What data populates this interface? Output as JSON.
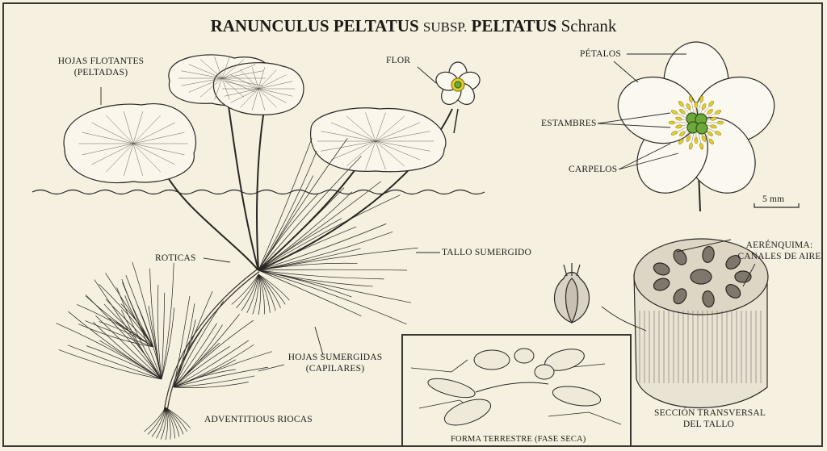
{
  "title": {
    "genus_species": "RANUNCULUS PELTATUS",
    "rank": "SUBSP.",
    "subspecies": "PELTATUS",
    "author": "Schrank"
  },
  "labels": {
    "floating_leaves_1": "HOJAS FLOTANTES",
    "floating_leaves_2": "(PELTADAS)",
    "flower": "FLOR",
    "petals": "PÉTALOS",
    "stamens": "ESTAMBRES",
    "carpels": "CARPELOS",
    "scale": "5 mm",
    "roticas": "ROTICAS",
    "submerged_stem": "TALLO SUMERGIDO",
    "aerenchyma_1": "AERÉNQUIMA:",
    "aerenchyma_2": "CANALES DE AIRE",
    "submerged_leaves_1": "HOJAS SUMERGIDAS",
    "submerged_leaves_2": "(CAPILARES)",
    "adventitious_roots": "ADVENTITIOUS RIOCAS",
    "terrestrial_form": "FORMA TERRESTRE (FASE SECA)",
    "cross_section_1": "SECCIÓN TRANSVERSAL",
    "cross_section_2": "DEL TALLO"
  },
  "colors": {
    "paper": "#f6f0e0",
    "ink": "#1c1a17",
    "stamen": "#e3cf2e",
    "carpel": "#6ea83a"
  }
}
